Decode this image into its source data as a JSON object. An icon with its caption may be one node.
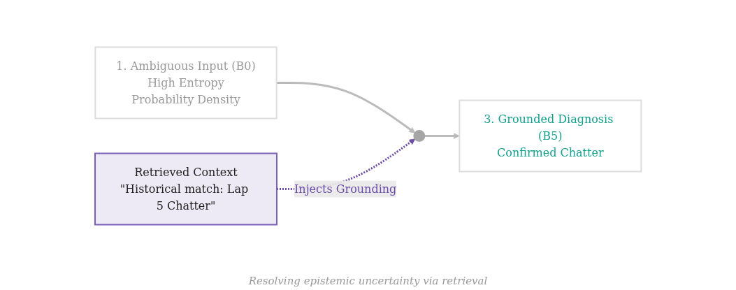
{
  "diagram": {
    "nodes": [
      {
        "text": [
          "1. Ambiguous Input (B0)",
          "High Entropy",
          "Probability Density"
        ]
      },
      {
        "text": [],
        "shape": "circle"
      },
      {
        "text": [
          "3. Grounded Diagnosis (B5)",
          "Confirmed Chatter"
        ]
      },
      {
        "text": [
          "Retrieved Context",
          "\"Historical match: Lap 5 Chatter\""
        ]
      }
    ],
    "edges": [
      {
        "from": 0,
        "to": 1,
        "arrow": "to"
      },
      {
        "from": 1,
        "to": 2,
        "arrow": "to"
      },
      {
        "from": 3,
        "to": 1,
        "arrow": "to",
        "label": "Injects Grounding",
        "style": "dashed",
        "color": "#6a4ca6"
      }
    ],
    "labels": [
      "Resolving epistemic uncertainty via retrieval"
    ]
  }
}
